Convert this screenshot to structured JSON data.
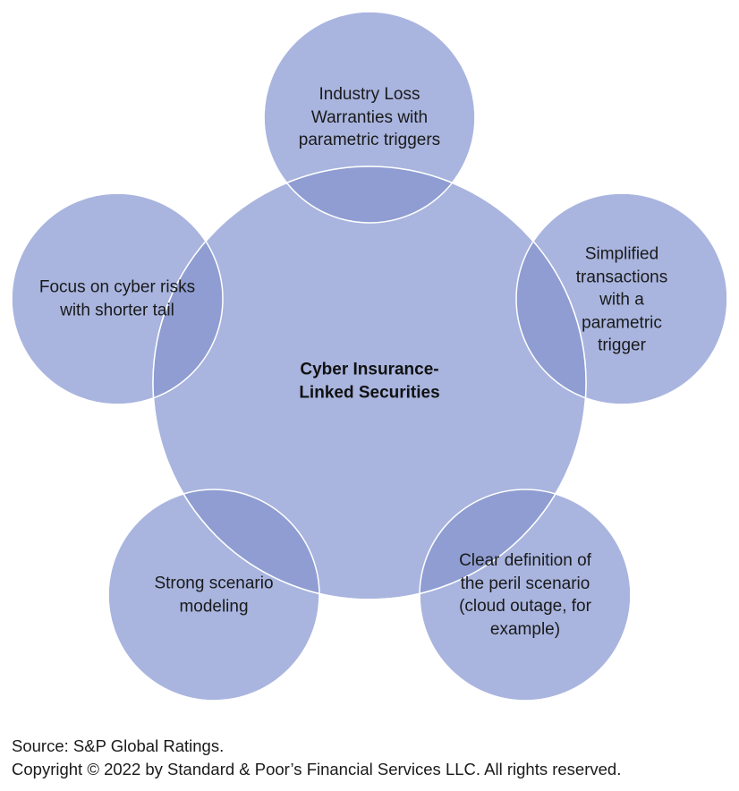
{
  "diagram": {
    "center": {
      "label": "Cyber Insurance-Linked Securities"
    },
    "nodes": [
      {
        "id": "top",
        "label": "Industry Loss Warranties with parametric triggers"
      },
      {
        "id": "right",
        "label": "Simplified transactions with a parametric trigger"
      },
      {
        "id": "bottom-right",
        "label": "Clear definition of the peril scenario (cloud outage, for example)"
      },
      {
        "id": "bottom-left",
        "label": "Strong scenario modeling"
      },
      {
        "id": "left",
        "label": "Focus on cyber risks with shorter tail"
      }
    ],
    "colors": {
      "circle_fill": "#a9b5df",
      "overlap_fill": "#8f9dd2",
      "outline": "#ffffff"
    }
  },
  "footer": {
    "source": "Source: S&P Global Ratings.",
    "copyright": "Copyright © 2022 by Standard & Poor’s Financial Services LLC. All rights reserved."
  }
}
